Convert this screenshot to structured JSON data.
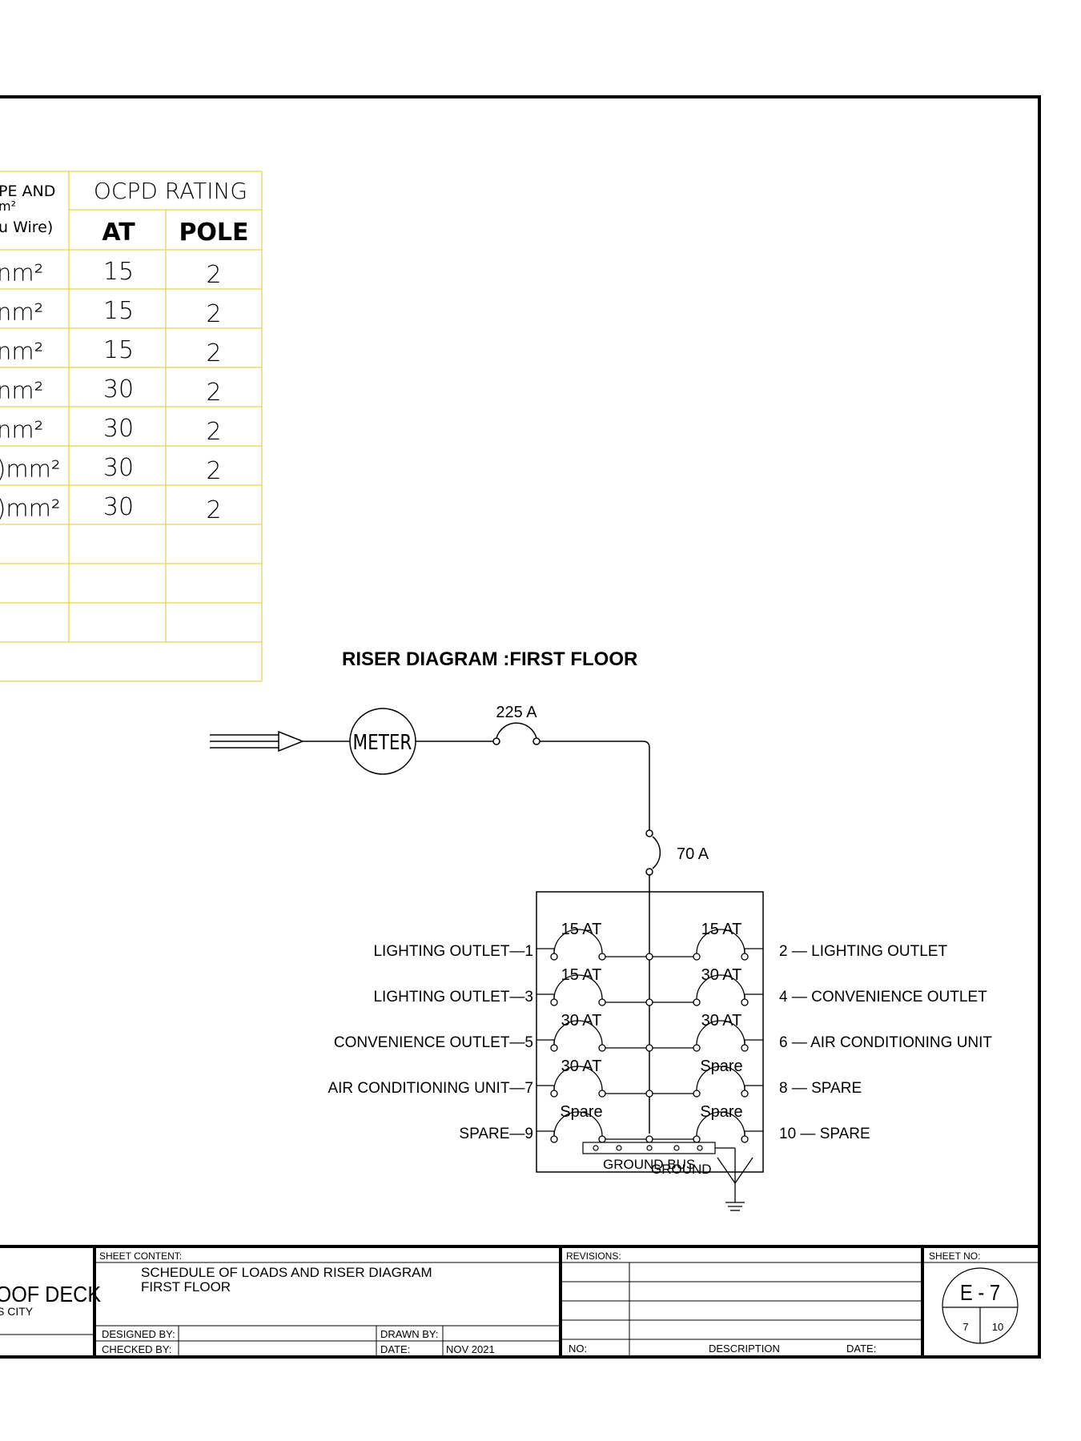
{
  "schedule_table": {
    "header_wire_partial": "PE AND",
    "header_wire_unit_partial": "m²",
    "header_wire_partial_2": "u Wire)",
    "header_ocpd": "OCPD RATING",
    "header_at": "AT",
    "header_pole": "POLE",
    "rows": [
      {
        "wire": "nm²",
        "at": "15",
        "pole": "2"
      },
      {
        "wire": "nm²",
        "at": "15",
        "pole": "2"
      },
      {
        "wire": "nm²",
        "at": "15",
        "pole": "2"
      },
      {
        "wire": "nm²",
        "at": "30",
        "pole": "2"
      },
      {
        "wire": "nm²",
        "at": "30",
        "pole": "2"
      },
      {
        "wire": ")mm²",
        "at": "30",
        "pole": "2"
      },
      {
        "wire": ")mm²",
        "at": "30",
        "pole": "2"
      },
      {
        "wire": "",
        "at": "",
        "pole": ""
      },
      {
        "wire": "",
        "at": "",
        "pole": ""
      },
      {
        "wire": "",
        "at": "",
        "pole": ""
      }
    ],
    "colors": {
      "grid": "#e8d44a"
    }
  },
  "riser": {
    "title": "RISER DIAGRAM :FIRST FLOOR",
    "meter_label": "METER",
    "main_breaker": "225 A",
    "panel_breaker": "70 A",
    "ground_bus_label": "GROUND BUS",
    "ground_label": "GROUND",
    "left_circuits": [
      {
        "rating": "15 AT",
        "label": "LIGHTING OUTLET—1"
      },
      {
        "rating": "15 AT",
        "label": "LIGHTING OUTLET—3"
      },
      {
        "rating": "30 AT",
        "label": "CONVENIENCE OUTLET—5"
      },
      {
        "rating": "30 AT",
        "label": "AIR CONDITIONING UNIT—7"
      },
      {
        "rating": "Spare",
        "label": "SPARE—9"
      }
    ],
    "right_circuits": [
      {
        "rating": "15 AT",
        "label": "2 — LIGHTING OUTLET"
      },
      {
        "rating": "30 AT",
        "label": "4 — CONVENIENCE OUTLET"
      },
      {
        "rating": "30 AT",
        "label": "6 — AIR CONDITIONING UNIT"
      },
      {
        "rating": "Spare",
        "label": "8 — SPARE"
      },
      {
        "rating": "Spare",
        "label": "10 — SPARE"
      }
    ]
  },
  "title_block": {
    "project_partial": "OOF DECK",
    "location_partial": "S CITY",
    "sheet_content_label": "SHEET CONTENT:",
    "sheet_content_line1": "SCHEDULE OF LOADS AND RISER DIAGRAM",
    "sheet_content_line2": "FIRST FLOOR",
    "designed_by_label": "DESIGNED BY:",
    "checked_by_label": "CHECKED BY:",
    "drawn_by_label": "DRAWN BY:",
    "date_label": "DATE:",
    "date_value": "NOV 2021",
    "revisions_label": "REVISIONS:",
    "rev_no_label": "NO:",
    "rev_description_label": "DESCRIPTION",
    "rev_date_label": "DATE:",
    "sheet_no_label": "SHEET NO:",
    "sheet_no": "E - 7",
    "sheet_index": "7",
    "sheet_total": "10"
  }
}
